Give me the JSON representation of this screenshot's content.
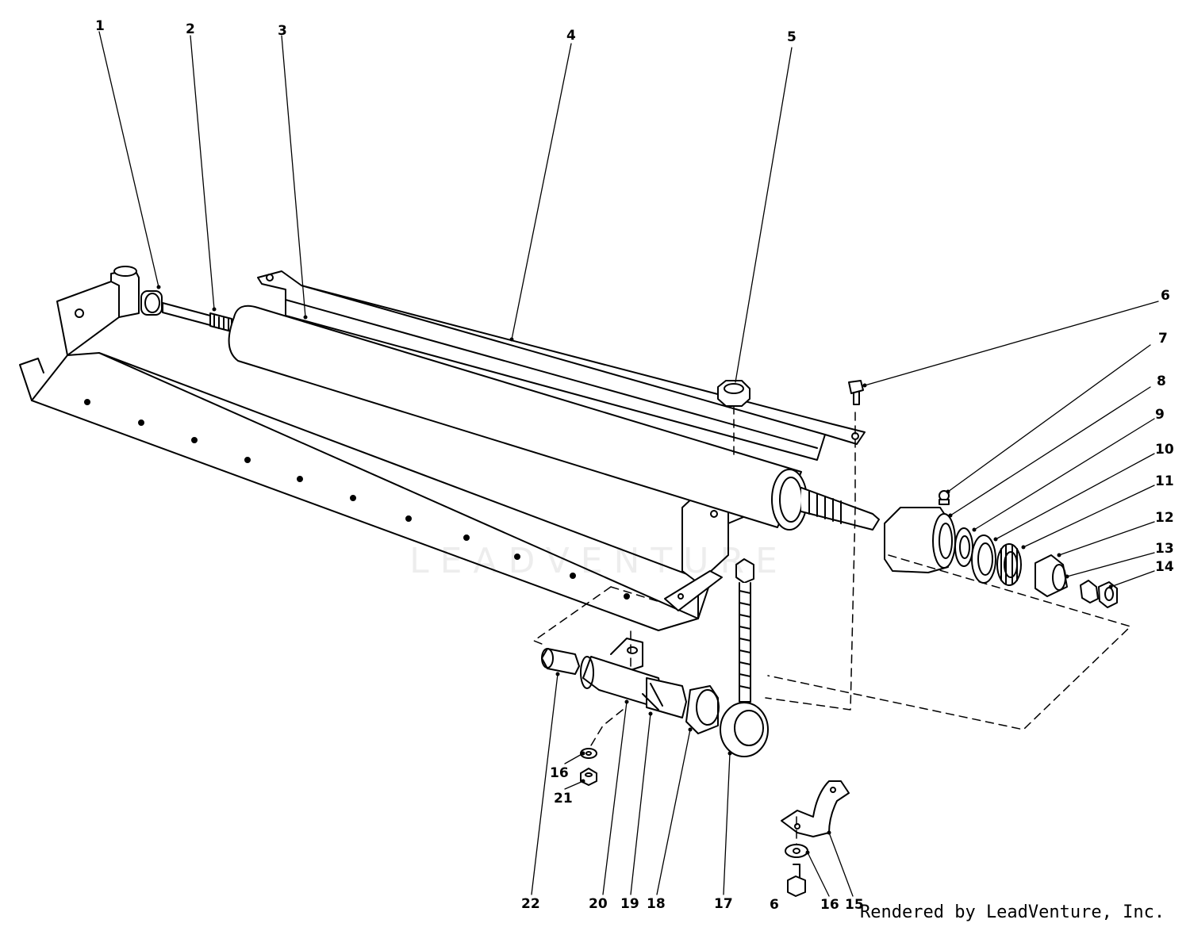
{
  "diagram": {
    "labels": [
      {
        "id": "1",
        "text": "1"
      },
      {
        "id": "2",
        "text": "2"
      },
      {
        "id": "3",
        "text": "3"
      },
      {
        "id": "4",
        "text": "4"
      },
      {
        "id": "5",
        "text": "5"
      },
      {
        "id": "6a",
        "text": "6"
      },
      {
        "id": "7",
        "text": "7"
      },
      {
        "id": "8",
        "text": "8"
      },
      {
        "id": "9",
        "text": "9"
      },
      {
        "id": "10",
        "text": "10"
      },
      {
        "id": "11",
        "text": "11"
      },
      {
        "id": "12",
        "text": "12"
      },
      {
        "id": "13",
        "text": "13"
      },
      {
        "id": "14",
        "text": "14"
      },
      {
        "id": "15",
        "text": "15"
      },
      {
        "id": "16a",
        "text": "16"
      },
      {
        "id": "16b",
        "text": "16"
      },
      {
        "id": "17",
        "text": "17"
      },
      {
        "id": "18",
        "text": "18"
      },
      {
        "id": "19",
        "text": "19"
      },
      {
        "id": "20",
        "text": "20"
      },
      {
        "id": "21",
        "text": "21"
      },
      {
        "id": "22",
        "text": "22"
      },
      {
        "id": "6b",
        "text": "6"
      }
    ]
  },
  "watermark": "LEADVENTURE",
  "credit": "Rendered by LeadVenture, Inc."
}
